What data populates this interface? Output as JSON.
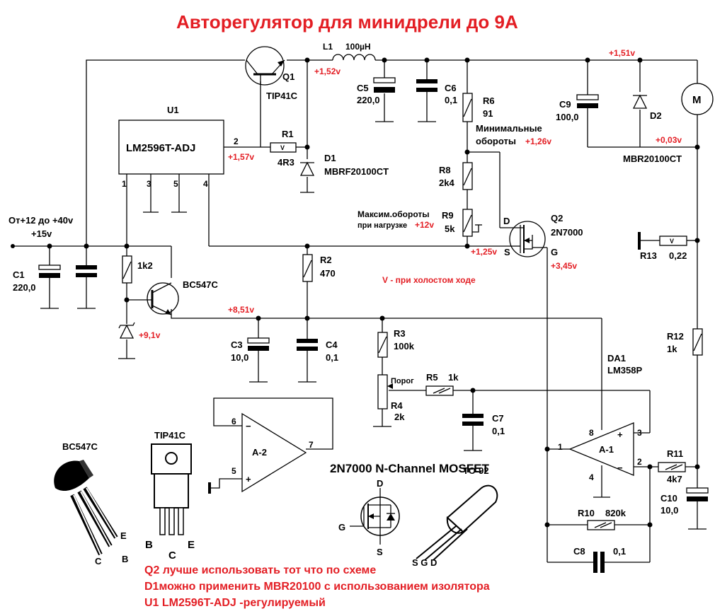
{
  "title": "Авторегулятор для минидрели до 9А",
  "notes": [
    "Q2 лучше использовать тот что по схеме",
    "D1можно применить MBR20100 с использованием изолятора",
    "U1  LM2596T-ADJ  -регулируемый"
  ],
  "legend": "V - при холостом ходе",
  "input_label": "От+12 до +40v",
  "components": {
    "L1": {
      "ref": "L1",
      "value": "100µH"
    },
    "Q1": {
      "ref": "Q1",
      "value": "TIP41C"
    },
    "U1": {
      "ref": "U1",
      "value": "LM2596T-ADJ"
    },
    "R1": {
      "ref": "R1",
      "value": "4R3"
    },
    "D1": {
      "ref": "D1",
      "value": "MBRF20100CT"
    },
    "C5": {
      "ref": "C5",
      "value": "220,0"
    },
    "C6": {
      "ref": "C6",
      "value": "0,1"
    },
    "R6": {
      "ref": "R6",
      "value": "91"
    },
    "R8": {
      "ref": "R8",
      "value": "2k4"
    },
    "R9": {
      "ref": "R9",
      "value": "5k"
    },
    "Q2": {
      "ref": "Q2",
      "value": "2N7000"
    },
    "C9": {
      "ref": "C9",
      "value": "100,0"
    },
    "D2": {
      "ref": "D2",
      "value": "MBR20100CT"
    },
    "M": {
      "ref": "M"
    },
    "R13": {
      "ref": "R13",
      "value": "0,22"
    },
    "C1": {
      "ref": "C1",
      "value": "220,0"
    },
    "R_1k2": {
      "value": "1k2"
    },
    "BC547C": {
      "value": "BC547C"
    },
    "R2": {
      "ref": "R2",
      "value": "470"
    },
    "C3": {
      "ref": "C3",
      "value": "10,0"
    },
    "C4": {
      "ref": "C4",
      "value": "0,1"
    },
    "R3": {
      "ref": "R3",
      "value": "100k"
    },
    "R4": {
      "ref": "R4",
      "value": "2k"
    },
    "R5": {
      "ref": "R5",
      "value": "1k"
    },
    "C7": {
      "ref": "C7",
      "value": "0,1"
    },
    "R12": {
      "ref": "R12",
      "value": "1k"
    },
    "DA1": {
      "ref": "DA1",
      "value": "LM358P"
    },
    "R11": {
      "ref": "R11",
      "value": "4k7"
    },
    "C10": {
      "ref": "C10",
      "value": "10,0"
    },
    "R10": {
      "ref": "R10",
      "value": "820k"
    },
    "C8": {
      "ref": "C8",
      "value": "0,1"
    }
  },
  "texts": {
    "porog": "Порог",
    "min_turns_1": "Минимальные",
    "min_turns_2": "обороты",
    "max_turns_1": "Максим.обороты",
    "max_turns_2": "при нагрузке",
    "mosfet_title": "2N7000 N-Channel MOSFET",
    "to92": "TO-92",
    "tip41c_pkg": "TIP41C",
    "bc547c_pkg": "BC547C",
    "opamp_a1": "A-1",
    "opamp_a2": "A-2",
    "minus": "−",
    "plus": "+",
    "pin_D": "D",
    "pin_S": "S",
    "pin_G": "G",
    "pin_B": "B",
    "pin_C": "C",
    "pin_E": "E",
    "to92_pins": "S G D"
  },
  "pins": {
    "u1_1": "1",
    "u1_2": "2",
    "u1_3": "3",
    "u1_4": "4",
    "u1_5": "5",
    "a1_1": "1",
    "a1_2": "2",
    "a1_3": "3",
    "a1_4": "4",
    "a1_8": "8",
    "a2_5": "5",
    "a2_6": "6",
    "a2_7": "7"
  },
  "voltages": {
    "v_q1": "+1,52v",
    "v_top_right": "+1,51v",
    "v_motor_low": "+0,03v",
    "v_u1_2": "+1,57v",
    "v_min": "+1,26v",
    "v_max": "+12v",
    "v_in": "+15v",
    "v_q2s": "+1,25v",
    "v_q2g": "+3,45v",
    "v_zener": "+9,1v",
    "v_851": "+8,51v"
  },
  "colors": {
    "accent": "#e31e24",
    "ink": "#000000"
  }
}
